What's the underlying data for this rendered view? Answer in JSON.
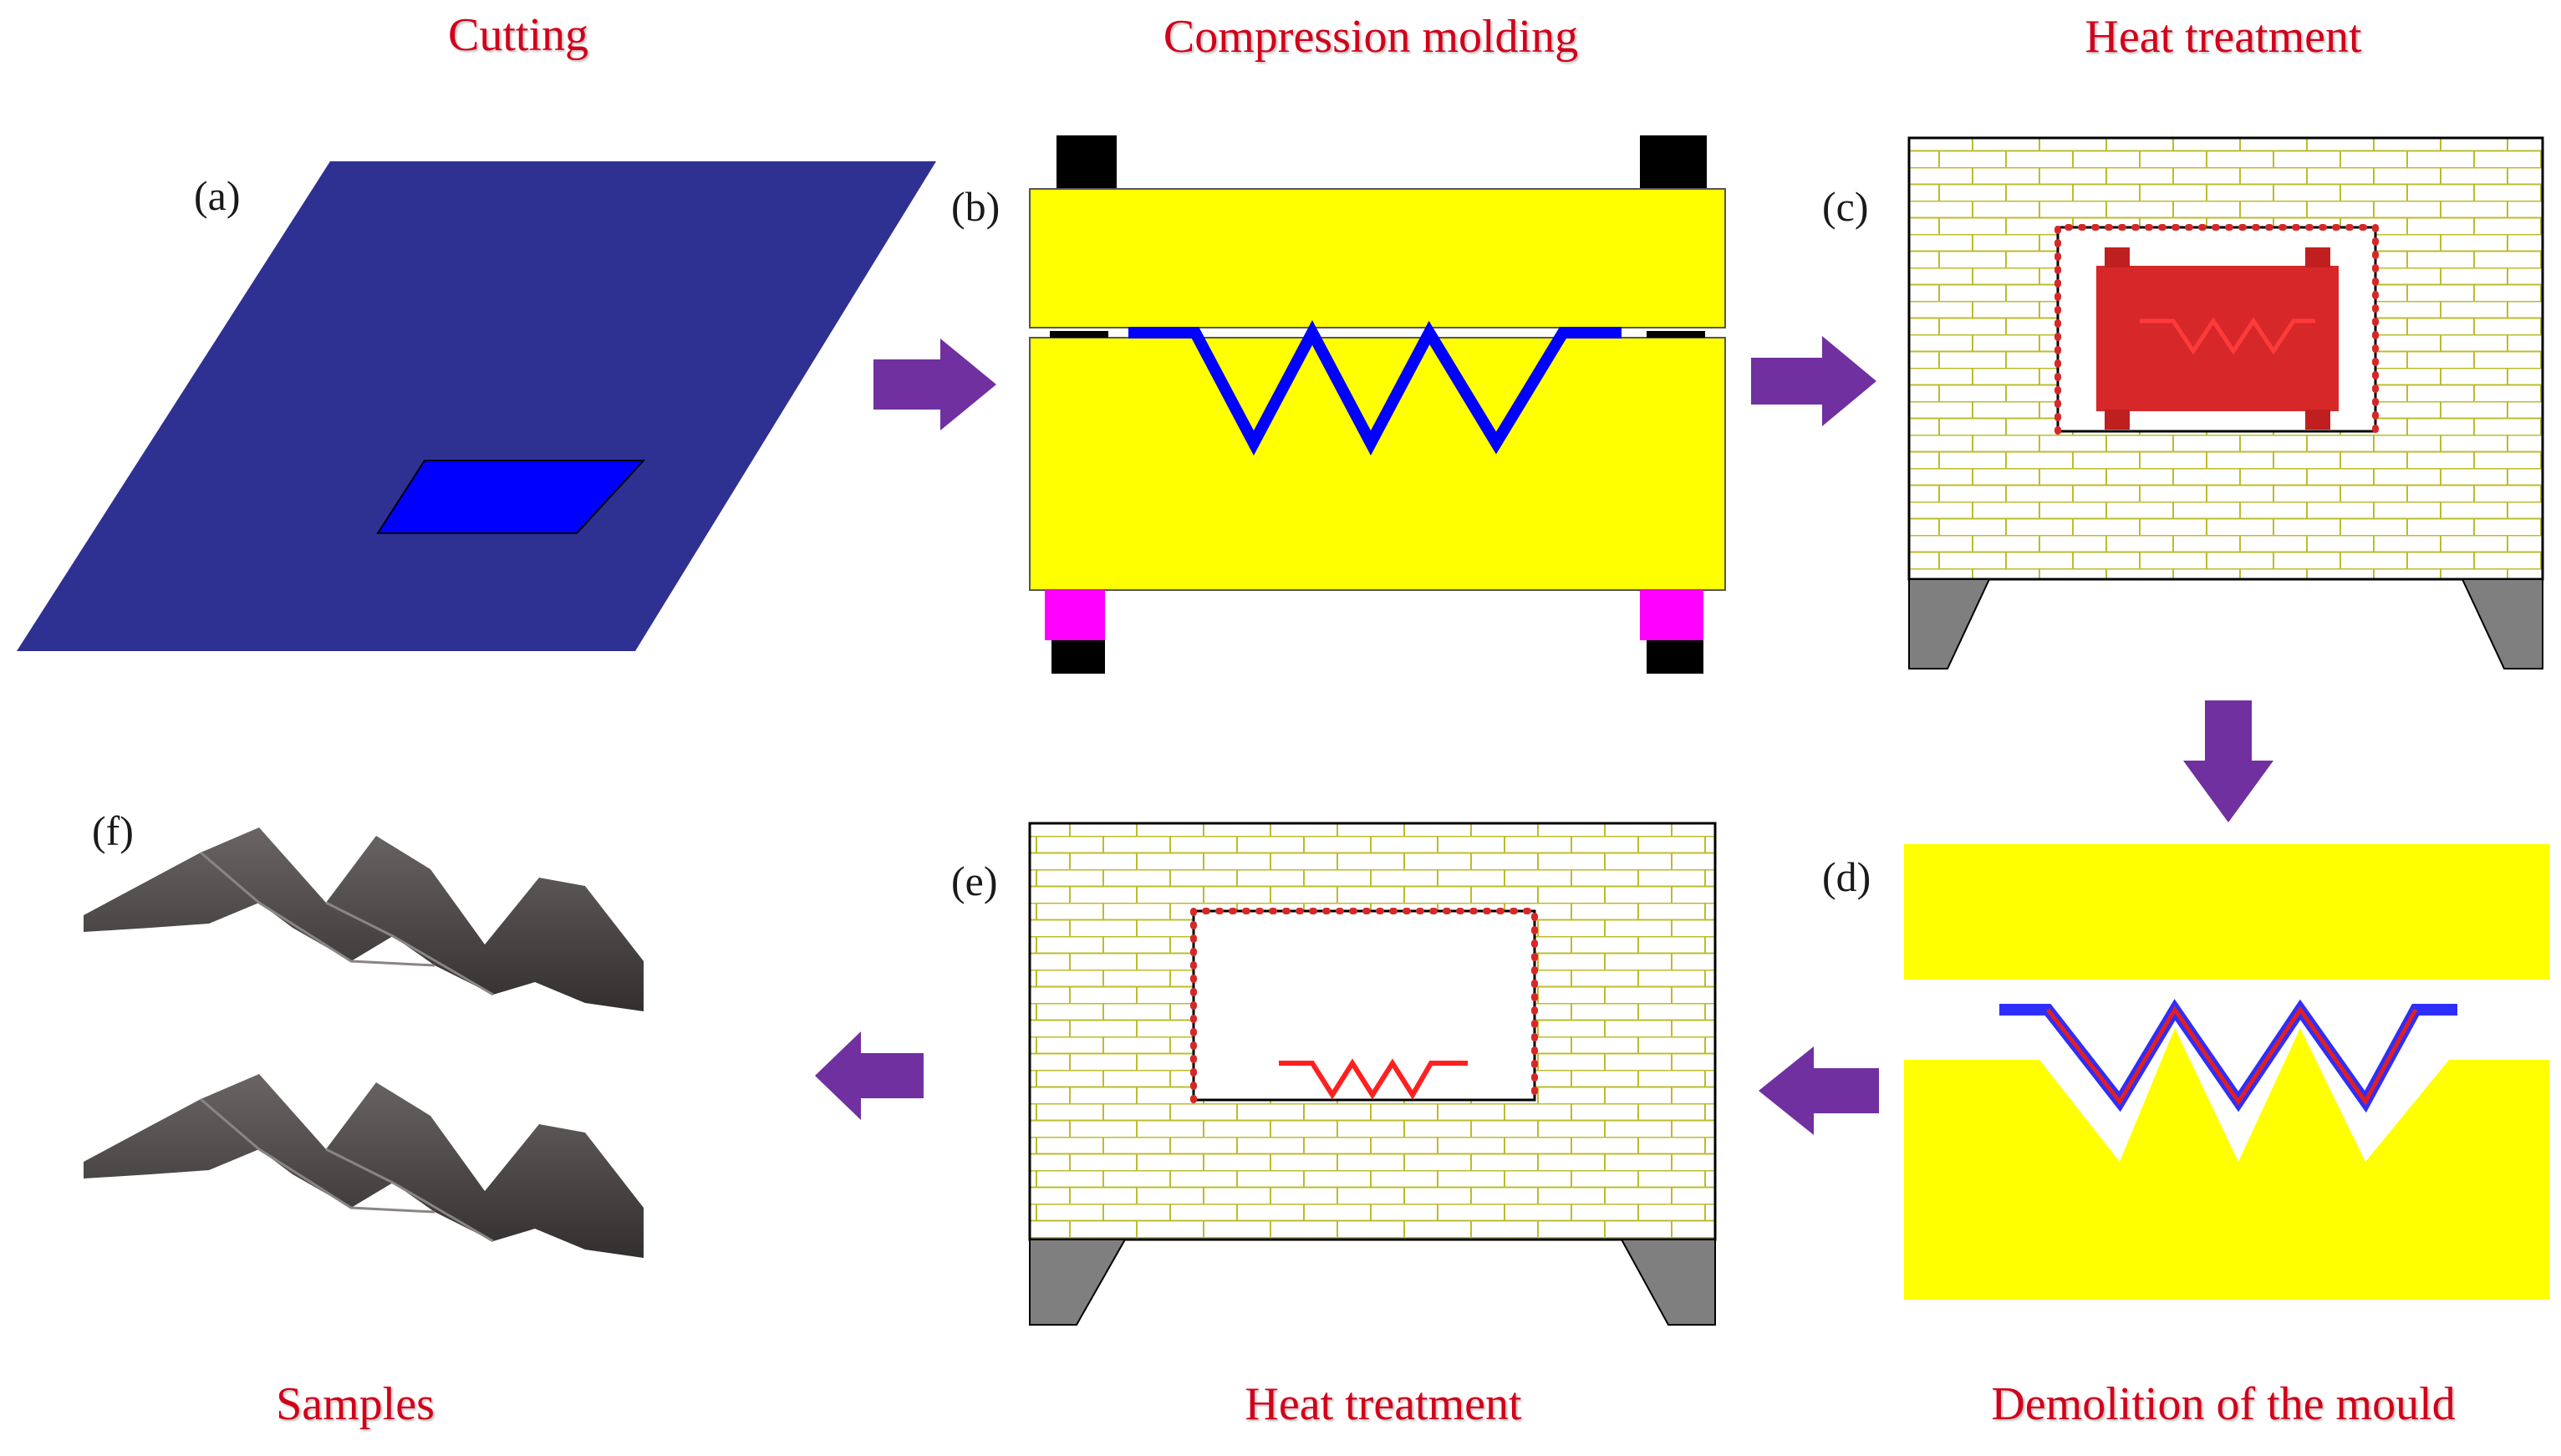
{
  "steps": [
    {
      "tag": "(a)",
      "title": "Cutting"
    },
    {
      "tag": "(b)",
      "title": "Compression molding"
    },
    {
      "tag": "(c)",
      "title": "Heat treatment"
    },
    {
      "tag": "(d)",
      "title": "Demolition of the mould"
    },
    {
      "tag": "(e)",
      "title": "Heat treatment"
    },
    {
      "tag": "(f)",
      "title": "Samples"
    }
  ],
  "colors": {
    "label_red": "#d0021b",
    "arrow_purple": "#7030a0",
    "sheet_navy": "#2e3192",
    "cut_blue": "#0000ff",
    "mould_yellow": "#ffff00",
    "clamp_black": "#000000",
    "spacer_magenta": "#ff00ff",
    "brick_line": "#bcbc2e",
    "furnace_leg_gray": "#7f7f7f",
    "heated_part_red": "#d62828",
    "sample_dark": "#4a4645"
  }
}
